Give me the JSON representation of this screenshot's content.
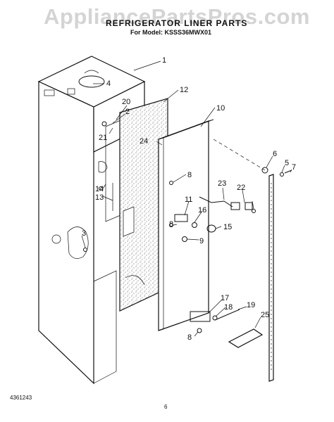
{
  "header": {
    "watermark": "AppliancePartsPros.com",
    "title": "REFRIGERATOR LINER PARTS",
    "model": "For Model: KSSS36MWX01"
  },
  "footer": {
    "code": "4361243",
    "page": "6"
  },
  "callouts": [
    "1",
    "4",
    "12",
    "20",
    "2",
    "21",
    "24",
    "10",
    "8",
    "14",
    "13",
    "23",
    "22",
    "11",
    "16",
    "8",
    "15",
    "9",
    "3",
    "6",
    "5",
    "7",
    "17",
    "18",
    "19",
    "8",
    "25"
  ]
}
